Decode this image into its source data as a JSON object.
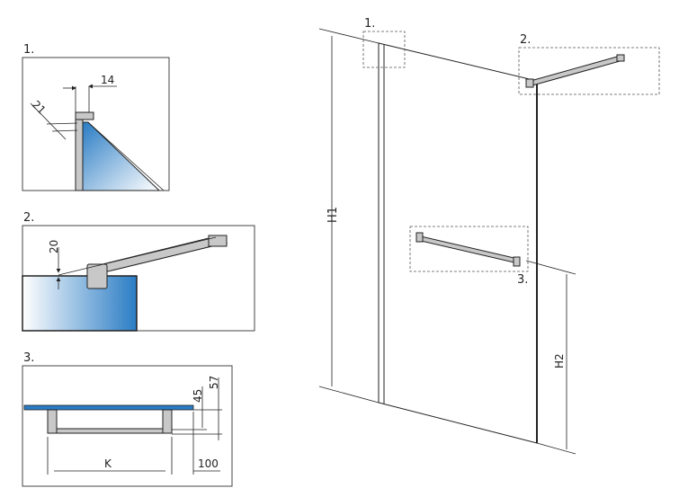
{
  "detail_1": {
    "label": "1.",
    "dim_width": "14",
    "dim_depth": "21"
  },
  "detail_2": {
    "label": "2.",
    "dim_height": "20"
  },
  "detail_3": {
    "label": "3.",
    "dim_a": "45",
    "dim_b": "57",
    "dim_span": "K",
    "dim_offset": "100"
  },
  "main": {
    "h1": "H1",
    "h2": "H2",
    "callout_1": "1.",
    "callout_2": "2.",
    "callout_3": "3."
  },
  "colors": {
    "glass_dark": "#2a7cc4",
    "glass_light": "#ffffff",
    "metal": "#c8c8c8"
  }
}
